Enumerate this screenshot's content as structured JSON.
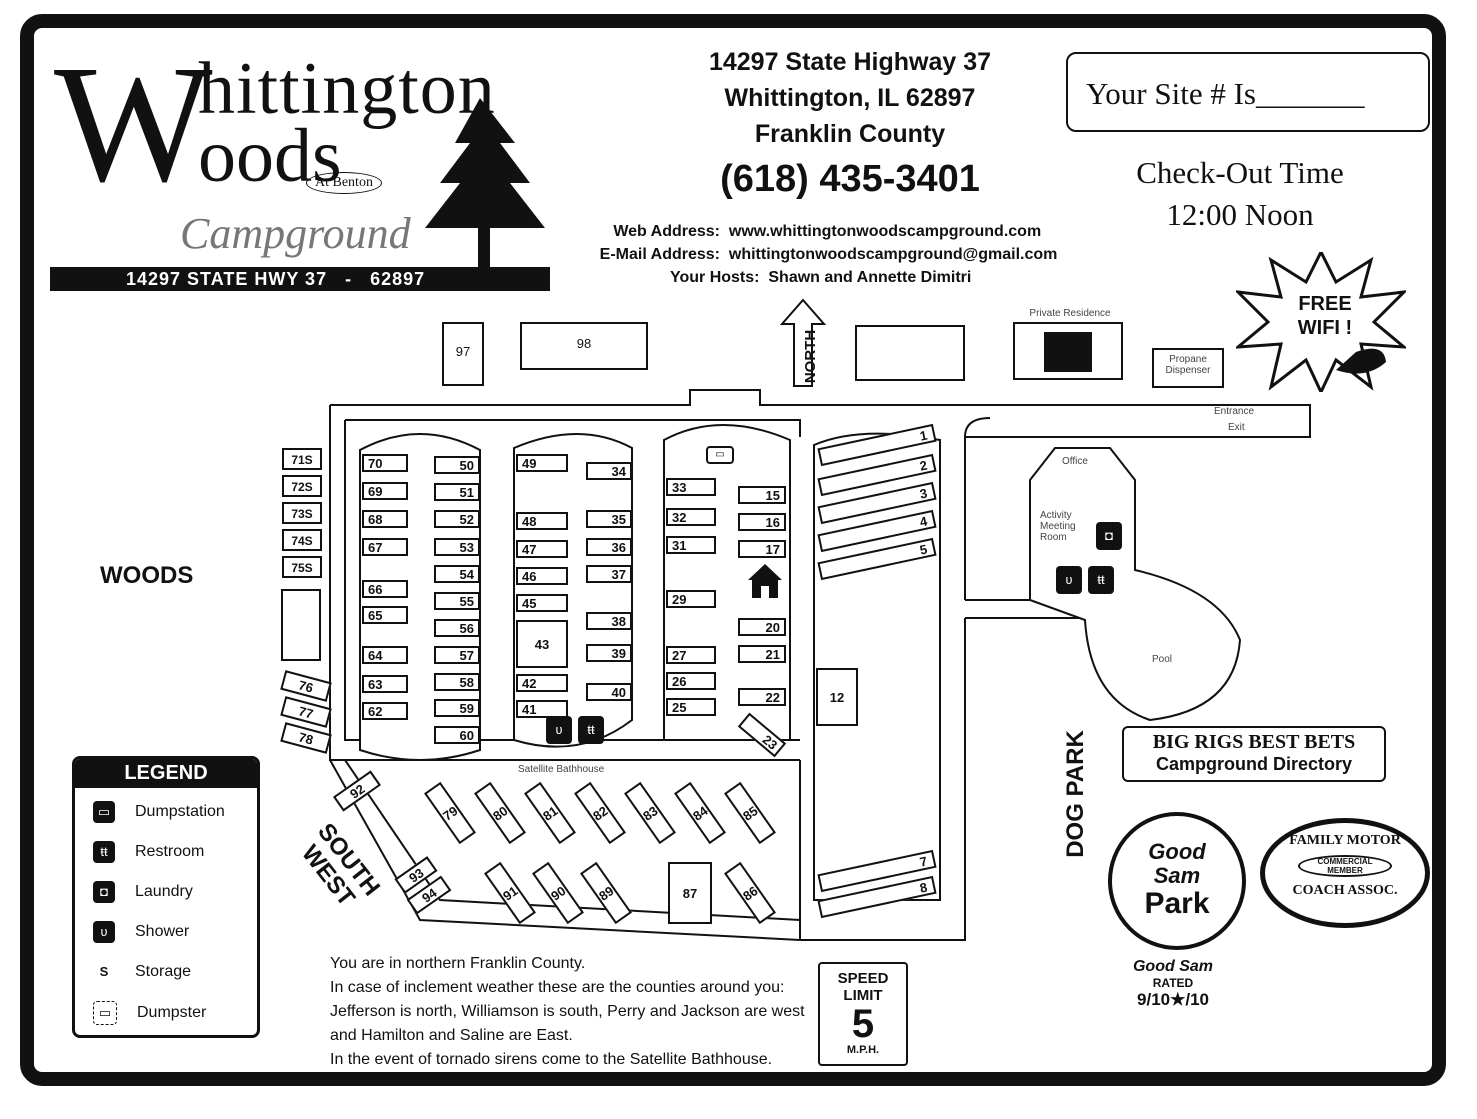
{
  "logo": {
    "big_letter": "W",
    "line1": "hittington",
    "line2": "oods",
    "at_benton": "At Benton",
    "campground": "Campground",
    "bar_text": "14297 STATE HWY 37   -   62897"
  },
  "address": {
    "street": "14297 State Highway 37",
    "city": "Whittington, IL 62897",
    "county": "Franklin County",
    "phone": "(618) 435-3401"
  },
  "contact": {
    "web_label": "Web Address:",
    "web": "www.whittingtonwoodscampground.com",
    "email_label": "E-Mail Address:",
    "email": "whittingtonwoodscampground@gmail.com",
    "hosts_label": "Your Hosts:",
    "hosts": "Shawn and Annette Dimitri"
  },
  "site_box": "Your Site # Is_______",
  "checkout": {
    "line1": "Check-Out Time",
    "line2": "12:00 Noon"
  },
  "wifi": {
    "line1": "FREE",
    "line2": "WIFI !"
  },
  "map": {
    "north": "NORTH",
    "woods": "WOODS",
    "south_west": "SOUTH\nWEST",
    "dog_park": "DOG PARK",
    "private_residence": "Private Residence",
    "propane": "Propane\nDispenser",
    "entrance": "Entrance",
    "exit": "Exit",
    "office": "Office",
    "activity": "Activity\nMeeting\nRoom",
    "pool": "Pool",
    "satellite": "Satellite Bathhouse",
    "sites_top": [
      "97",
      "98"
    ],
    "sites_71_75": [
      "71S",
      "72S",
      "73S",
      "74S",
      "75S"
    ],
    "sites_76_78": [
      "76",
      "77",
      "78"
    ],
    "sites_70_62": [
      "70",
      "69",
      "68",
      "67",
      "66",
      "65",
      "64",
      "63",
      "62"
    ],
    "sites_50_60": [
      "50",
      "51",
      "52",
      "53",
      "54",
      "55",
      "56",
      "57",
      "58",
      "59",
      "60"
    ],
    "sites_49_41": [
      "49",
      "48",
      "47",
      "46",
      "45",
      "43",
      "42",
      "41"
    ],
    "sites_34_40": [
      "34",
      "35",
      "36",
      "37",
      "38",
      "39",
      "40"
    ],
    "sites_33_25": [
      "33",
      "32",
      "31",
      "29",
      "27",
      "26",
      "25"
    ],
    "sites_15_23": [
      "15",
      "16",
      "17",
      "20",
      "21",
      "22",
      "23"
    ],
    "sites_1_5": [
      "1",
      "2",
      "3",
      "4",
      "5"
    ],
    "site_12": "12",
    "sites_7_8": [
      "7",
      "8"
    ],
    "sites_79_85": [
      "79",
      "80",
      "81",
      "82",
      "83",
      "84",
      "85"
    ],
    "sites_91_86": [
      "91",
      "90",
      "89",
      "87",
      "86"
    ],
    "site_92": "92",
    "site_93": "93",
    "site_94": "94"
  },
  "legend": {
    "title": "LEGEND",
    "items": [
      {
        "icon": "dumpstation-icon",
        "label": "Dumpstation"
      },
      {
        "icon": "restroom-icon",
        "label": "Restroom"
      },
      {
        "icon": "laundry-icon",
        "label": "Laundry"
      },
      {
        "icon": "shower-icon",
        "label": "Shower"
      },
      {
        "icon": "storage-icon",
        "label": "Storage",
        "glyph": "S"
      },
      {
        "icon": "dumpster-icon",
        "label": "Dumpster"
      }
    ]
  },
  "notes": [
    "You are in northern Franklin County.",
    "In case of inclement weather these are the counties around you:",
    "Jefferson is north, Williamson is south, Perry and Jackson are west",
    "and Hamilton and Saline are East.",
    "In the event of tornado sirens come to the Satellite Bathhouse."
  ],
  "speed": {
    "line1": "SPEED",
    "line2": "LIMIT",
    "value": "5",
    "unit": "M.P.H."
  },
  "bigrigs": {
    "line1": "BIG RIGS BEST BETS",
    "line2": "Campground Directory"
  },
  "goodsam": {
    "line1": "Good",
    "line2": "Sam",
    "line3": "Park",
    "rated_brand": "Good Sam",
    "rated": "RATED",
    "score": "9/10★/10"
  },
  "fmca": {
    "top": "FAMILY MOTOR",
    "middle": "COMMERCIAL\nMEMBER",
    "bottom": "COACH ASSOC."
  }
}
